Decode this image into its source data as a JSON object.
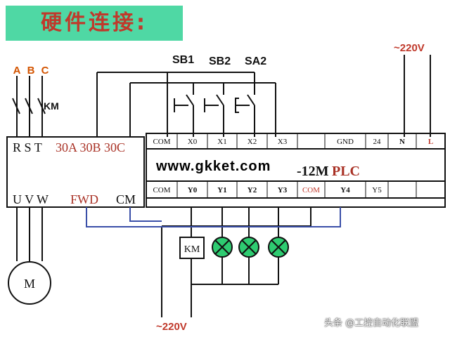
{
  "title": "硬件连接:",
  "phases": [
    "A",
    "B",
    "C"
  ],
  "km_top": "KM",
  "supply_top": "~220V",
  "supply_bottom": "~220V",
  "switches": [
    "SB1",
    "SB2",
    "SA2"
  ],
  "inverter": {
    "top_left": "R S T",
    "top_right": "30A 30B 30C",
    "bottom_left": "U V W",
    "fwd": "FWD",
    "cm": "CM"
  },
  "motor": "M",
  "plc": {
    "model_text": "-12M",
    "plc_text": "PLC",
    "inputs": [
      "COM",
      "X0",
      "X1",
      "X2",
      "X3",
      "",
      "GND",
      "24",
      "N",
      "L"
    ],
    "outputs": [
      "COM",
      "Y0",
      "Y1",
      "Y2",
      "Y3",
      "COM",
      "Y4",
      "Y5",
      "",
      ""
    ]
  },
  "km_box": "KM",
  "watermark": "www.gkket.com",
  "credit": "头条 @工控自动化联盟",
  "colors": {
    "title_bg": "#4fd8a4",
    "accent_red": "#c0392b",
    "wire_blue": "#3a4fa8",
    "lamp": "#2ecc71"
  }
}
